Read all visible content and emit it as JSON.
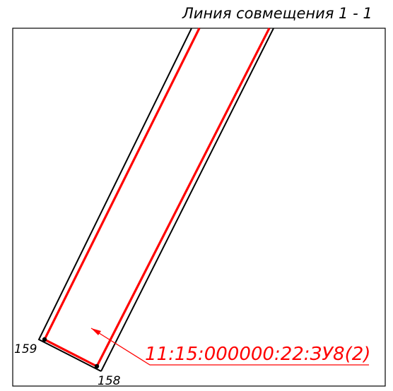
{
  "title": "Линия совмещения 1 - 1",
  "parcel_label": "11:15:000000:22:ЗУ8(2)",
  "points": [
    {
      "label": "159"
    },
    {
      "label": "158"
    }
  ],
  "colors": {
    "frame": "#000000",
    "existing_boundary": "#000000",
    "new_boundary": "#ff0000",
    "label": "#ff0000",
    "background": "#ffffff"
  }
}
